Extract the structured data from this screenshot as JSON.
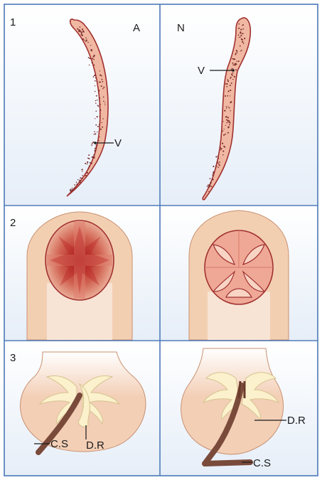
{
  "rows": [
    {
      "number": "1"
    },
    {
      "number": "2"
    },
    {
      "number": "3"
    }
  ],
  "columns": [
    {
      "header": "A"
    },
    {
      "header": "N"
    }
  ],
  "labels": {
    "v_left": "V",
    "v_right": "V",
    "cs_left": "C.S",
    "dr_left": "D.R",
    "dr_right": "D.R",
    "cs_right": "C.S"
  },
  "colors": {
    "grid_line": "#4a78b8",
    "cell_bg": "#eef3fa",
    "fruit_fill": "#f0b8a2",
    "fruit_stroke": "#a03030",
    "dot": "#7a2a2a",
    "ovary_fill": "#f4d6c0",
    "stalk": "#7a4a3a",
    "dr_fill": "#fbf1cc"
  }
}
